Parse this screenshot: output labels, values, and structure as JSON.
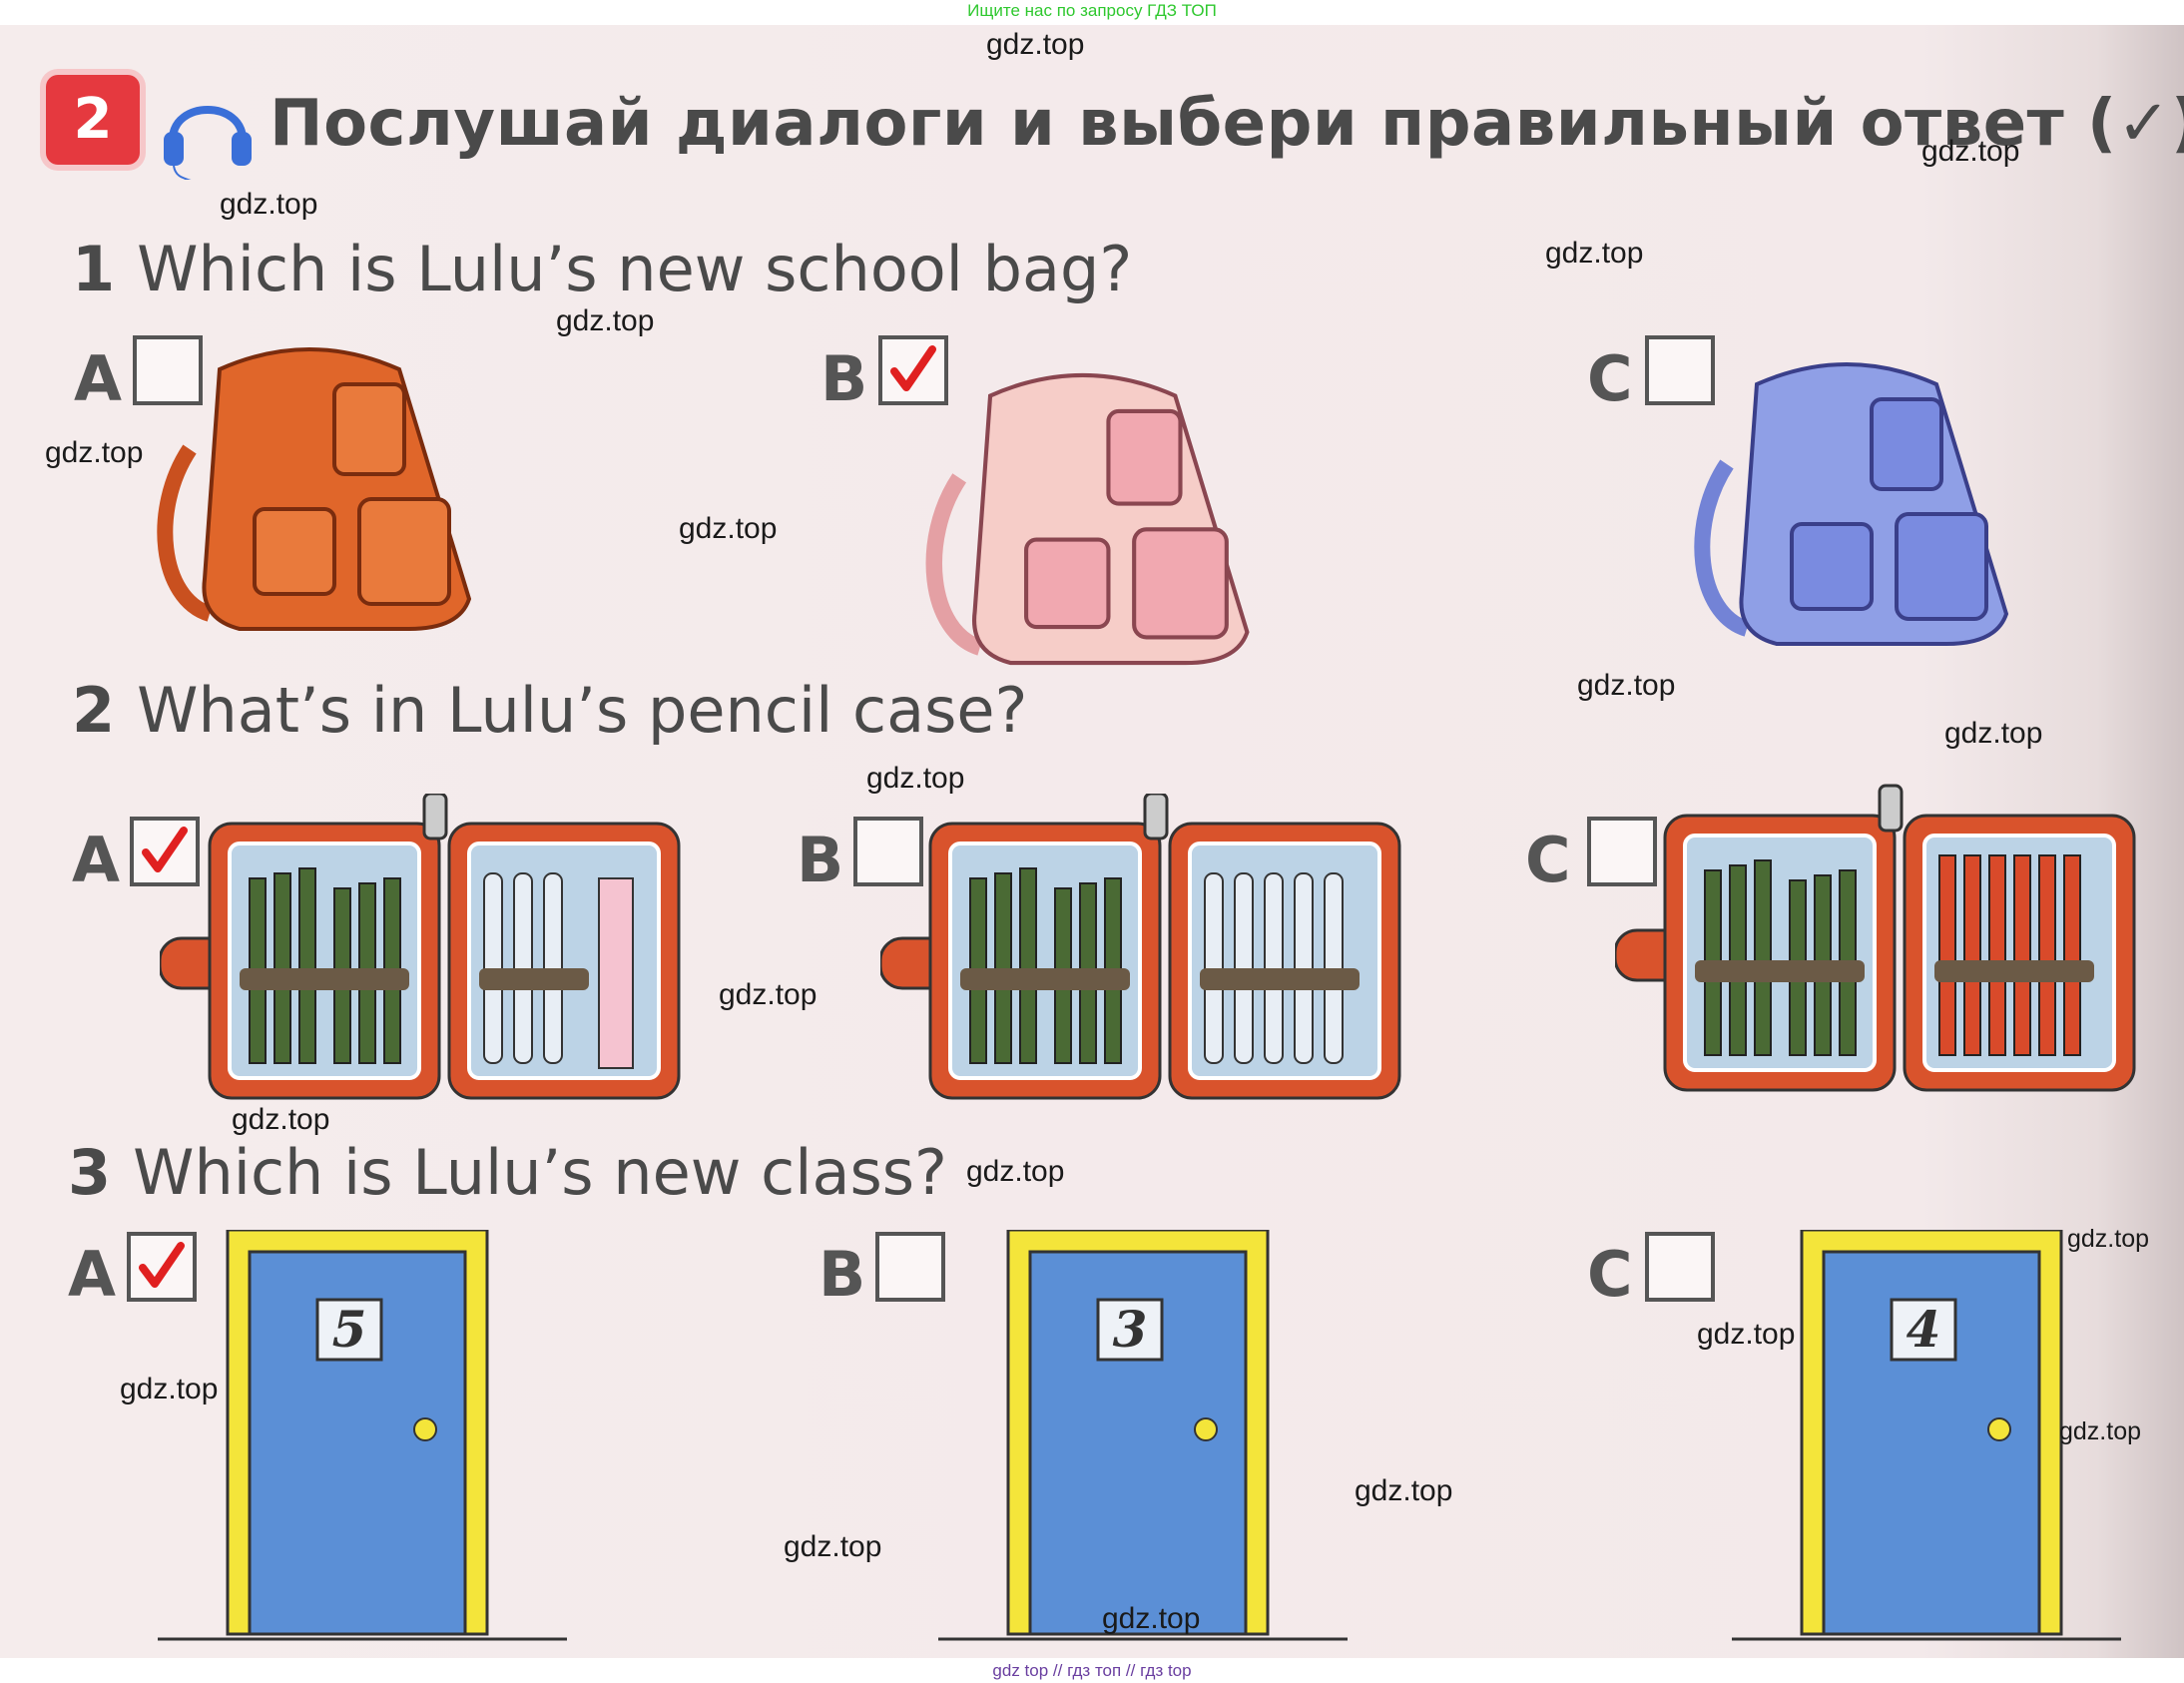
{
  "banner_top": "Ищите нас по запросу ГДЗ ТОП",
  "banner_bottom": "gdz top  //  гдз топ  //  гдз top",
  "exercise": {
    "number": "2",
    "icon": "headphones-icon",
    "title": "Послушай диалоги и выбери правильный ответ (✓)."
  },
  "questions": [
    {
      "number": "1",
      "text": "Which is Lulu’s new school bag?",
      "options": [
        {
          "letter": "A",
          "checked": false,
          "picture": "orange school bag",
          "color": "#e0662a"
        },
        {
          "letter": "B",
          "checked": true,
          "picture": "pink school bag",
          "color": "#f2b8b8"
        },
        {
          "letter": "C",
          "checked": false,
          "picture": "blue school bag",
          "color": "#8f9fe6"
        }
      ]
    },
    {
      "number": "2",
      "text": "What’s in Lulu’s pencil case?",
      "options": [
        {
          "letter": "A",
          "checked": true,
          "picture": "pencil case with pencils, pens and a ruler"
        },
        {
          "letter": "B",
          "checked": false,
          "picture": "pencil case with pencils and pens"
        },
        {
          "letter": "C",
          "checked": false,
          "picture": "pencil case with green and red pencils"
        }
      ]
    },
    {
      "number": "3",
      "text": "Which is Lulu’s new class?",
      "options": [
        {
          "letter": "A",
          "checked": true,
          "picture": "door",
          "door_number": "5"
        },
        {
          "letter": "B",
          "checked": false,
          "picture": "door",
          "door_number": "3"
        },
        {
          "letter": "C",
          "checked": false,
          "picture": "door",
          "door_number": "4"
        }
      ]
    }
  ],
  "watermark": "gdz.top",
  "colors": {
    "badge": "#e5393f",
    "tick": "#e02020",
    "door": "#5b8fd6",
    "door_frame": "#f4e53a",
    "pencil_case": "#d9532c"
  }
}
